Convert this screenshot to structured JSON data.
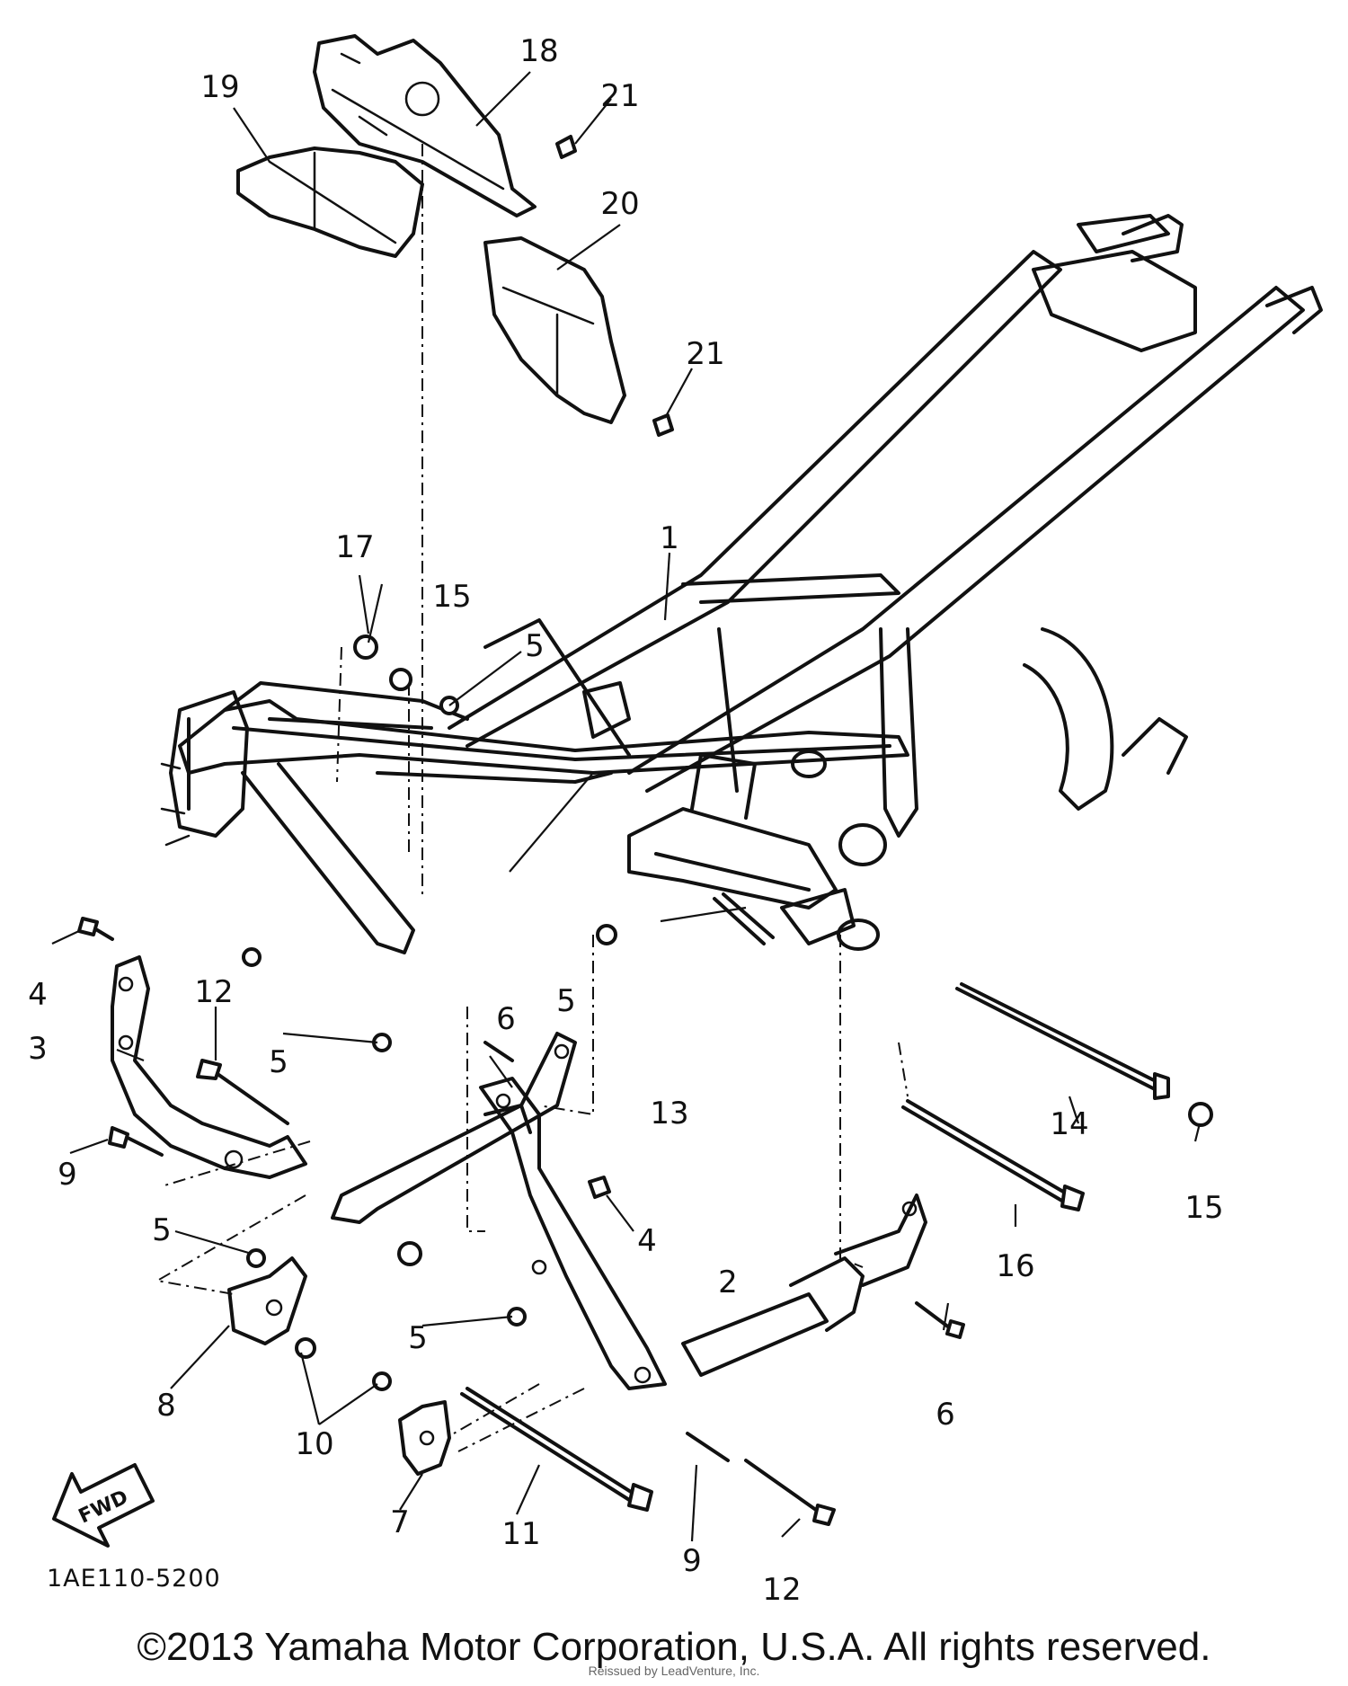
{
  "diagram_code": "1AE110-5200",
  "copyright": "©2013 Yamaha Motor Corporation, U.S.A. All rights reserved.",
  "watermark": "Reissued by LeadVenture, Inc.",
  "fwd_label": "FWD",
  "part_labels": {
    "p1": "1",
    "p2": "2",
    "p3": "3",
    "p4a": "4",
    "p4b": "4",
    "p5a": "5",
    "p5b": "5",
    "p5c": "5",
    "p5d": "5",
    "p5e": "5",
    "p6a": "6",
    "p6b": "6",
    "p7": "7",
    "p8": "8",
    "p9a": "9",
    "p9b": "9",
    "p10": "10",
    "p11": "11",
    "p12a": "12",
    "p12b": "12",
    "p13": "13",
    "p14": "14",
    "p15a": "15",
    "p15b": "15",
    "p16": "16",
    "p17": "17",
    "p18": "18",
    "p19": "19",
    "p20": "20",
    "p21a": "21",
    "p21b": "21"
  }
}
